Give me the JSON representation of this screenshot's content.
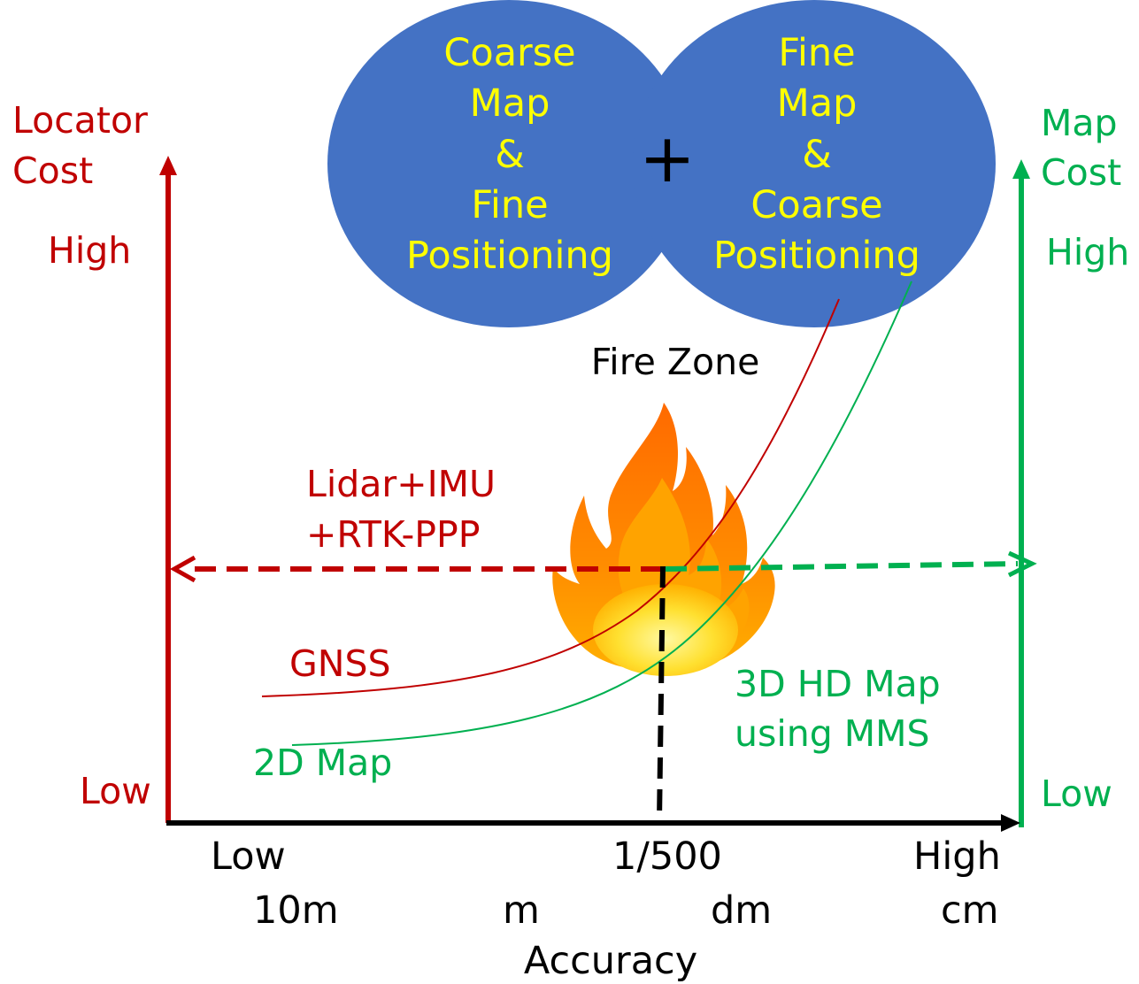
{
  "left_axis": {
    "title_line1": "Locator",
    "title_line2": "Cost",
    "high_label": "High",
    "low_label": "Low",
    "color": "#c00000"
  },
  "right_axis": {
    "title_line1": "Map",
    "title_line2": "Cost",
    "high_label": "High",
    "low_label": "Low",
    "color": "#00b050"
  },
  "bottom_axis": {
    "low_label": "Low",
    "mid_label": "1/500",
    "high_label": "High",
    "ticks": [
      "10m",
      "m",
      "dm",
      "cm"
    ],
    "title": "Accuracy"
  },
  "ellipses": {
    "fill": "#4472c4",
    "text_color": "#ffff00",
    "left_lines": [
      "Coarse",
      "Map",
      "&",
      "Fine",
      "Positioning"
    ],
    "right_lines": [
      "Fine",
      "Map",
      "&",
      "Coarse",
      "Positioning"
    ],
    "plus_symbol": "+"
  },
  "labels": {
    "fire_zone": "Fire Zone",
    "lidar_line1": "Lidar+IMU",
    "lidar_line2": "+RTK-PPP",
    "gnss": "GNSS",
    "map_2d": "2D Map",
    "hd_map_line1": "3D HD Map",
    "hd_map_line2": "using MMS"
  },
  "icons": {
    "fire": "fire-icon"
  }
}
